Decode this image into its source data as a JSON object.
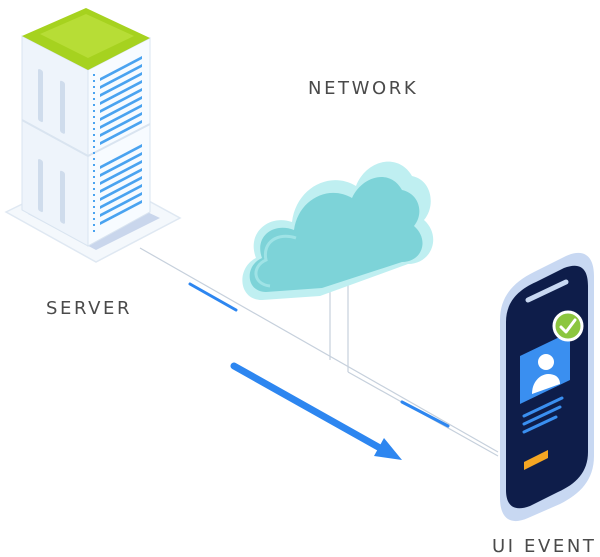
{
  "labels": {
    "network": "NETWORK",
    "server": "SERVER",
    "ui_event": "UI EVENT"
  },
  "colors": {
    "server_top": "#a6d21f",
    "server_body": "#eef5fd",
    "server_lights": "#4aa3f0",
    "cloud_fill": "#7dd3d8",
    "cloud_rim": "#bfeff1",
    "phone_screen": "#0e1d4a",
    "phone_frame": "#c8d8f2",
    "check_badge": "#8cc63f",
    "avatar_card": "#3a8ff0",
    "button_orange": "#f5a623",
    "arrow": "#2d86f0",
    "connector_dash": "#2d86f0",
    "connector_line": "#c6d0dc"
  },
  "icons": [
    "server-icon",
    "cloud-icon",
    "phone-icon",
    "check-icon",
    "user-avatar-icon",
    "arrow-right-icon"
  ]
}
